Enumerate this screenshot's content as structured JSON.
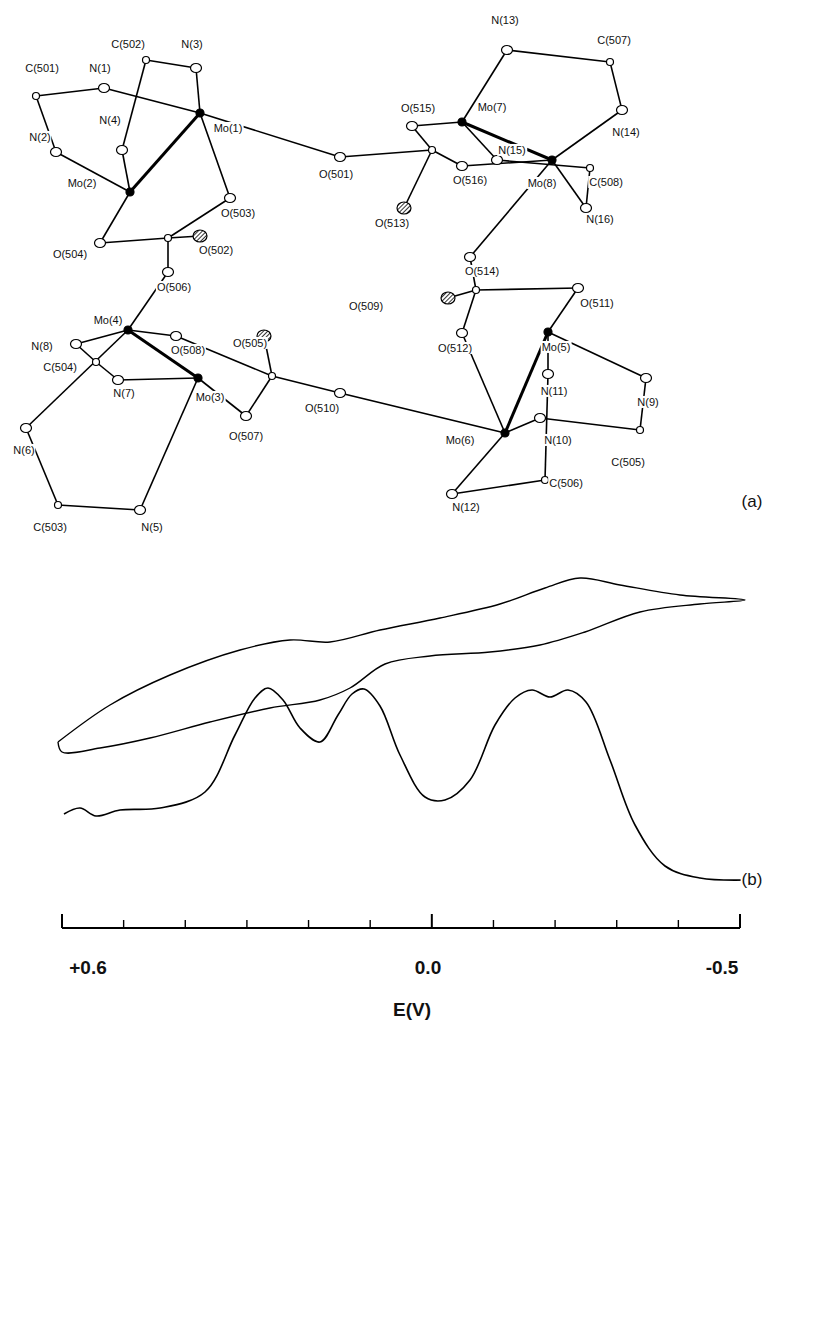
{
  "diagram": {
    "labels": [
      "N(13)",
      "C(502)",
      "N(3)",
      "C(507)",
      "C(501)",
      "N(1)",
      "O(515)",
      "Mo(7)",
      "N(4)",
      "Mo(1)",
      "N(14)",
      "N(15)",
      "N(2)",
      "O(501)",
      "O(516)",
      "Mo(8)",
      "C(508)",
      "Mo(2)",
      "O(503)",
      "O(513)",
      "N(16)",
      "O(502)",
      "O(504)",
      "O(514)",
      "O(506)",
      "O(509)",
      "O(511)",
      "Mo(4)",
      "O(505)",
      "N(8)",
      "O(508)",
      "O(512)",
      "Mo(5)",
      "C(504)",
      "N(7)",
      "N(11)",
      "Mo(3)",
      "O(510)",
      "N(9)",
      "O(507)",
      "Mo(6)",
      "N(10)",
      "N(6)",
      "C(505)",
      "C(506)",
      "(a)",
      "N(12)",
      "C(503)",
      "N(5)",
      "(b)",
      "+0.6",
      "0.0",
      "-0.5",
      "E(V)"
    ]
  }
}
